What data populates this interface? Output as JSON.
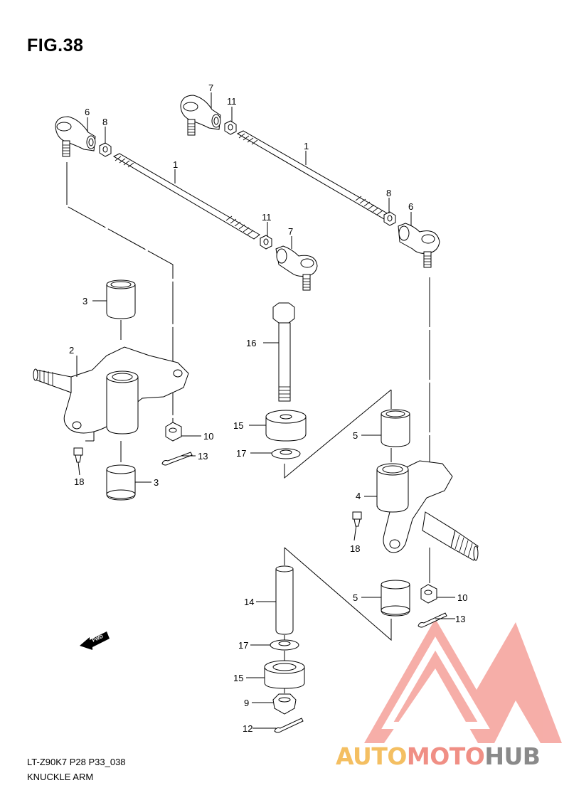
{
  "figure": {
    "title": "FIG.38",
    "model_code": "LT-Z90K7 P28 P33_038",
    "section_name": "KNUCKLE ARM"
  },
  "fwd_label": "FWD",
  "callouts": [
    "1",
    "1",
    "2",
    "3",
    "3",
    "4",
    "5",
    "5",
    "6",
    "6",
    "7",
    "7",
    "8",
    "8",
    "9",
    "10",
    "10",
    "11",
    "11",
    "12",
    "13",
    "13",
    "14",
    "15",
    "15",
    "16",
    "17",
    "17",
    "18",
    "18"
  ],
  "watermark": {
    "part1": "AUTO",
    "part2": "MOTO",
    "part3": "HUB",
    "colors": {
      "auto": "#f4bf62",
      "moto": "#f08f85",
      "hub": "#8a8a8a",
      "logo": "#f5a09a"
    }
  }
}
